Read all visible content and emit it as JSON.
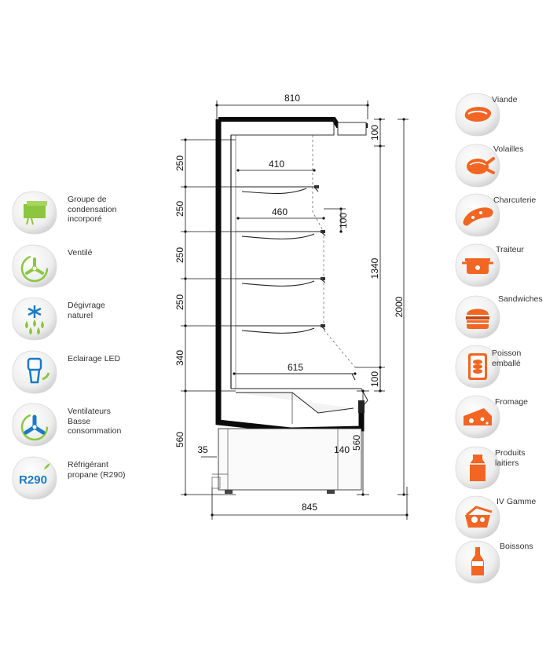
{
  "features": [
    {
      "icon": "condensing-unit-icon",
      "label": "Groupe de\ncondensation\nincorporé"
    },
    {
      "icon": "fan-icon",
      "label": "Ventilé"
    },
    {
      "icon": "snowflake-drops-icon",
      "label": "Dégivrage\nnaturel"
    },
    {
      "icon": "led-bulb-icon",
      "label": "Eclairage LED"
    },
    {
      "icon": "low-power-fan-icon",
      "label": "Ventilateurs\nBasse\nconsommation"
    },
    {
      "icon": "r290-icon",
      "label": "Réfrigérant\npropane (R290)",
      "icon_text": "R290"
    }
  ],
  "foods": [
    {
      "icon": "meat-icon",
      "label": "Viande"
    },
    {
      "icon": "poultry-icon",
      "label": "Volailles"
    },
    {
      "icon": "sausage-icon",
      "label": "Charcuterie"
    },
    {
      "icon": "pot-icon",
      "label": "Traiteur"
    },
    {
      "icon": "burger-icon",
      "label": "Sandwiches"
    },
    {
      "icon": "packaged-fish-icon",
      "label": "Poisson\nemballé"
    },
    {
      "icon": "cheese-icon",
      "label": "Fromage"
    },
    {
      "icon": "milk-carton-icon",
      "label": "Produits\nlaitiers"
    },
    {
      "icon": "salad-box-icon",
      "label": "IV Gamme"
    },
    {
      "icon": "bottle-icon",
      "label": "Boissons"
    }
  ],
  "dimensions": {
    "top_width": "810",
    "bottom_width": "845",
    "total_height": "2000",
    "display_height": "1340",
    "top_gap": "100",
    "shelf_spacing_1": "250",
    "shelf_spacing_2": "250",
    "shelf_spacing_3": "250",
    "shelf_spacing_4": "250",
    "lower_spacing": "340",
    "base_height_left": "560",
    "base_height_right": "560",
    "shelf_depth_top": "410",
    "shelf_depth_2": "460",
    "shelf_offset": "100",
    "deck_depth": "615",
    "deck_offset": "100",
    "foot_left": "35",
    "foot_right": "140"
  },
  "colors": {
    "feature_accent": "#8cc63f",
    "feature_blue": "#1a7ac4",
    "food_orange": "#f26522",
    "badge_light": "#f4f4f4",
    "badge_shadow": "#cfcfcf"
  }
}
